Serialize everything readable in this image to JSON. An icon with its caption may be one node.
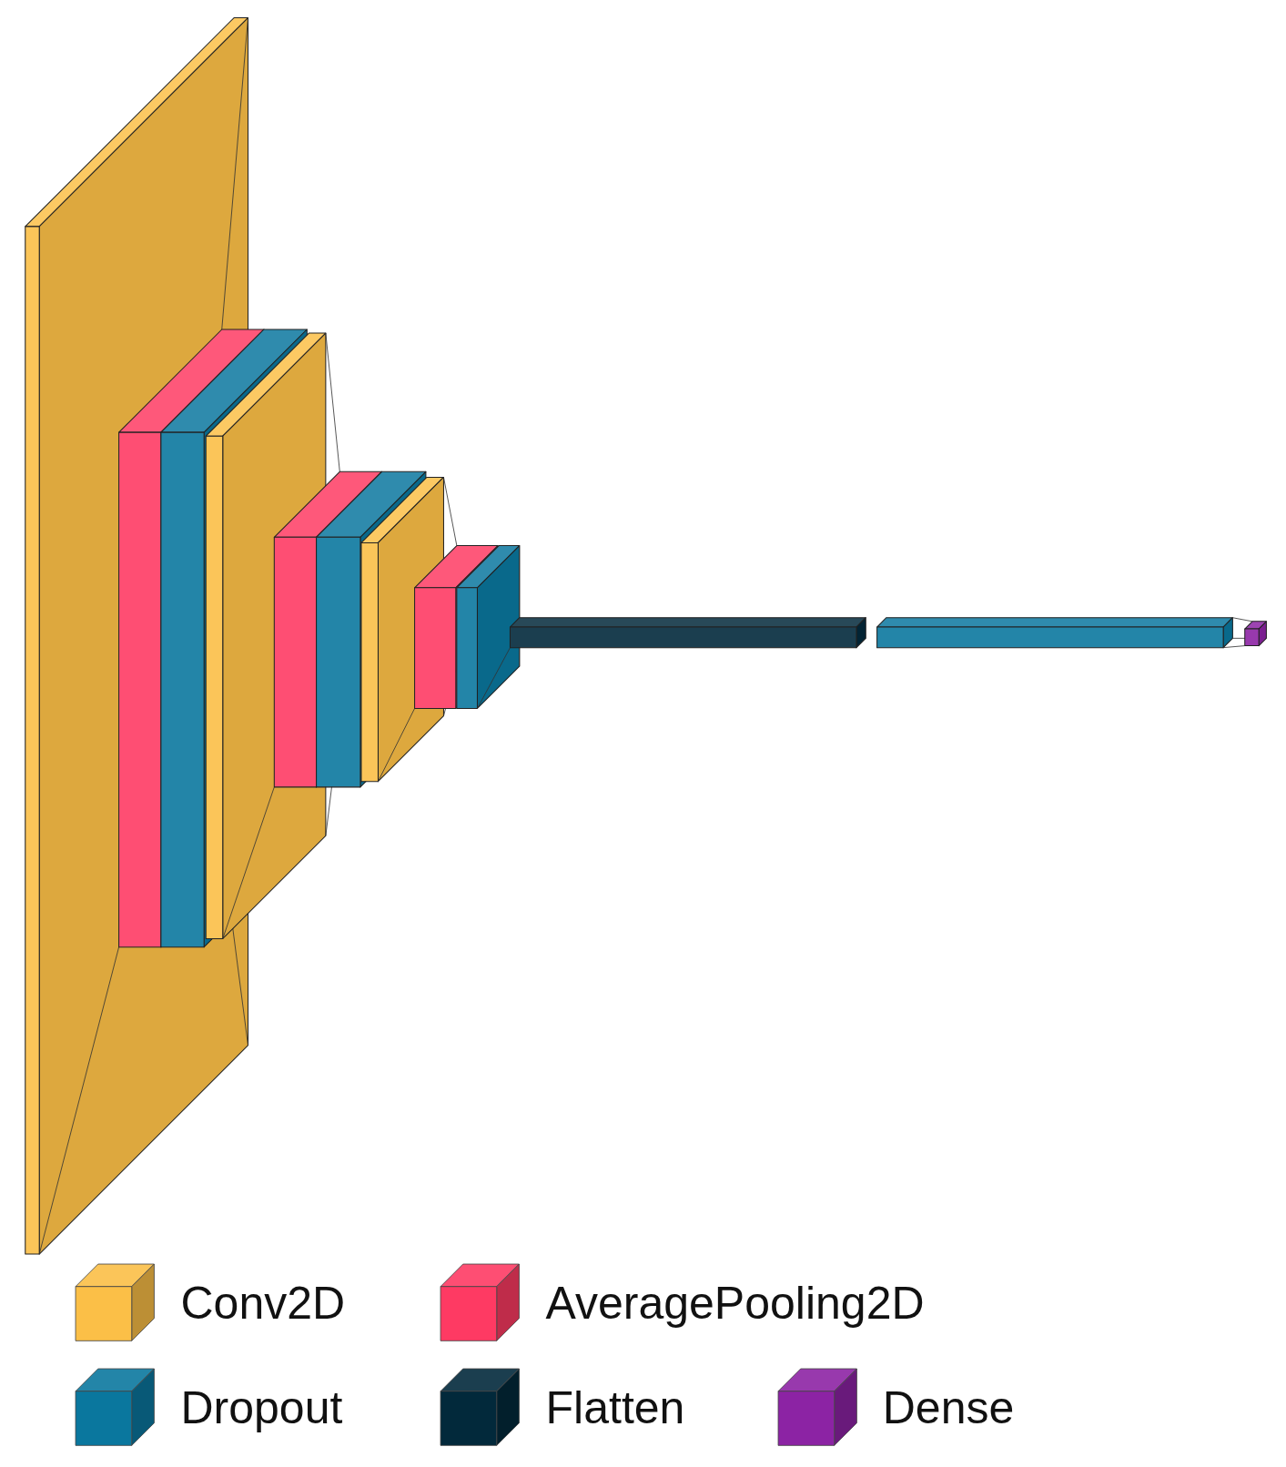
{
  "diagram": {
    "legend": [
      {
        "text": "Conv2D",
        "color": "#fbbf47"
      },
      {
        "text": "AveragePooling2D",
        "color": "#fe3a63"
      },
      {
        "text": "Dropout",
        "color": "#0a779e"
      },
      {
        "text": "Flatten",
        "color": "#02293b"
      },
      {
        "text": "Dense",
        "color": "#8c23a4"
      }
    ]
  }
}
